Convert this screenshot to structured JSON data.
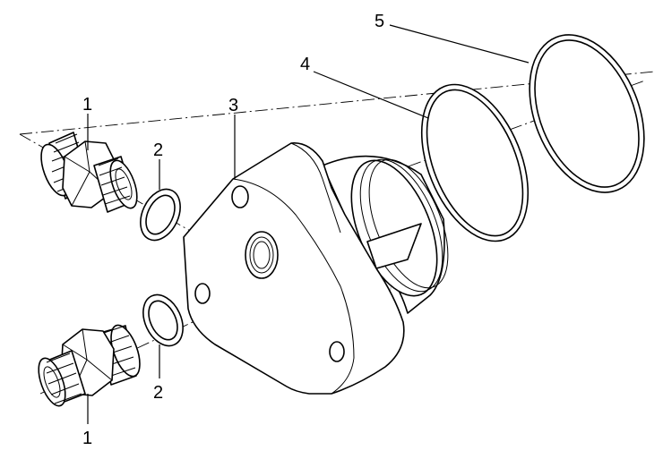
{
  "callouts": {
    "c1_top": "1",
    "c1_bottom": "1",
    "c2_top": "2",
    "c2_bottom": "2",
    "c3": "3",
    "c4": "4",
    "c5": "5"
  },
  "colors": {
    "line": "#000000",
    "background": "#ffffff",
    "watermark": "#c8c8c8"
  }
}
